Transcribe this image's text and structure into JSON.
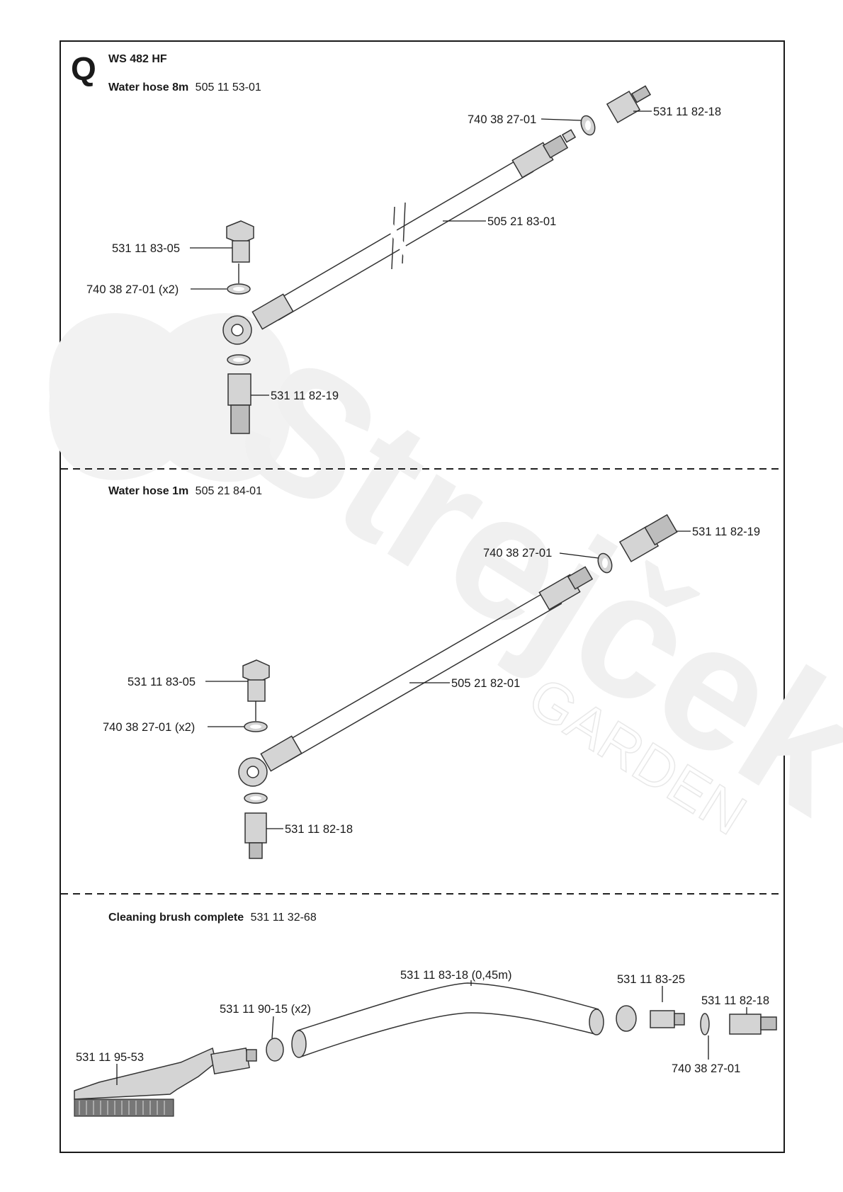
{
  "section_letter": "Q",
  "model": "WS 482 HF",
  "watermark": {
    "brand": "Strejček",
    "sub": "GARDEN"
  },
  "groups": [
    {
      "title": "Water hose 8m",
      "part_no": "505 11 53-01"
    },
    {
      "title": "Water hose 1m",
      "part_no": "505 21 84-01"
    },
    {
      "title": "Cleaning brush complete",
      "part_no": "531 11 32-68"
    }
  ],
  "labels": {
    "g1_nipple": "531 11 82-18",
    "g1_washer_top": "740 38 27-01",
    "g1_hose": "505 21 83-01",
    "g1_bolt": "531 11 83-05",
    "g1_washers": "740 38 27-01 (x2)",
    "g1_coupling": "531 11 82-19",
    "g2_coupling": "531 11 82-19",
    "g2_washer_top": "740 38 27-01",
    "g2_bolt": "531 11 83-05",
    "g2_hose": "505 21 82-01",
    "g2_washers": "740 38 27-01 (x2)",
    "g2_nipple": "531 11 82-18",
    "g3_hose": "531 11 83-18 (0,45m)",
    "g3_connector": "531 11 83-25",
    "g3_clamps": "531 11 90-15 (x2)",
    "g3_nipple": "531 11 82-18",
    "g3_brush": "531 11 95-53",
    "g3_washer": "740 38 27-01"
  }
}
